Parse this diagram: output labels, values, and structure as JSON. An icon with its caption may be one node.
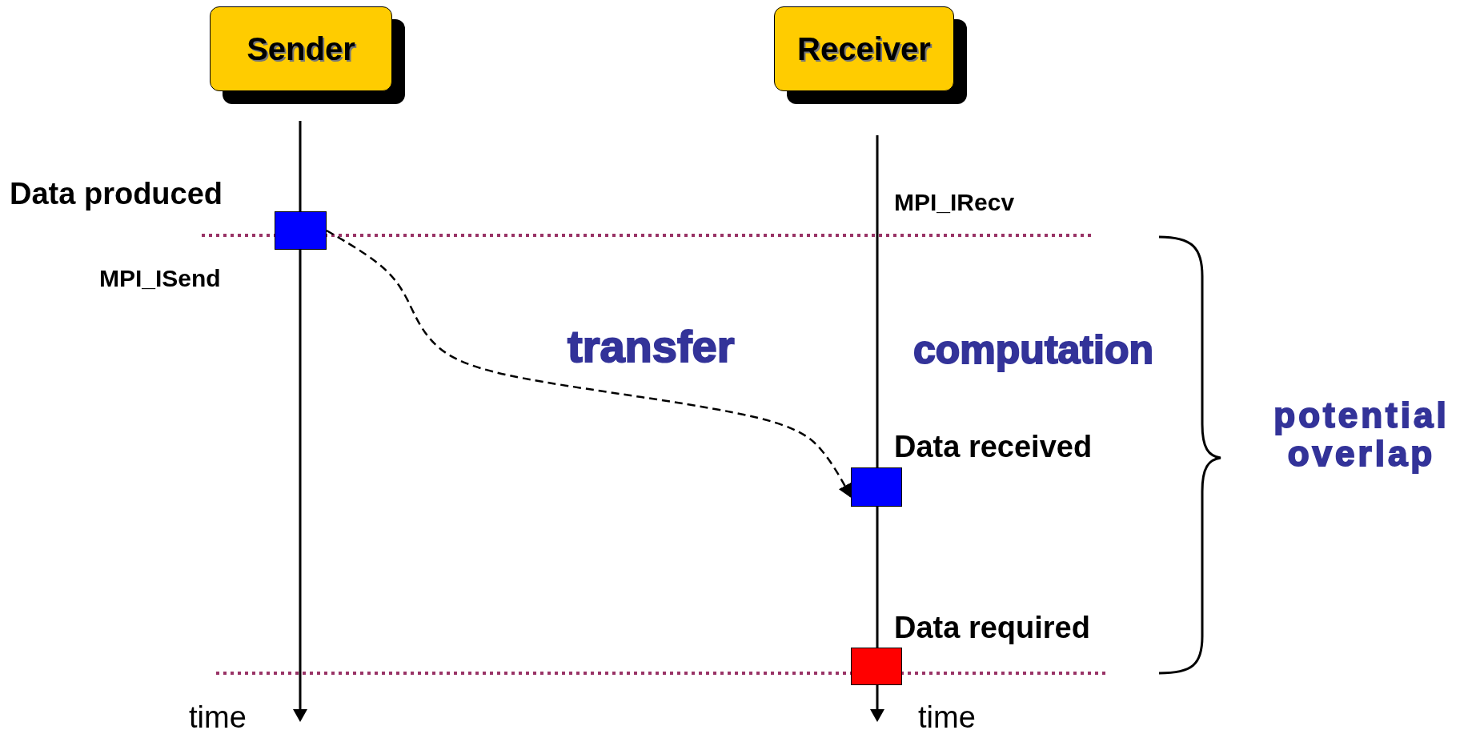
{
  "diagram": {
    "nodes": [
      {
        "text": [
          "Sender"
        ]
      },
      {
        "text": [
          "Receiver"
        ]
      },
      {
        "text": [],
        "shape": "box",
        "beside": [
          "Data produced",
          "MPI_ISend"
        ]
      },
      {
        "text": [],
        "shape": "box",
        "beside": [
          "Data received"
        ]
      },
      {
        "text": [],
        "shape": "box",
        "beside": [
          "Data required"
        ]
      }
    ],
    "edges": [
      {
        "from": 2,
        "to": 3,
        "arrow": "to",
        "style": "dashed"
      }
    ],
    "labels": [
      "MPI_IRecv",
      "transfer",
      "computation",
      "potential overlap",
      "time",
      "time"
    ]
  }
}
